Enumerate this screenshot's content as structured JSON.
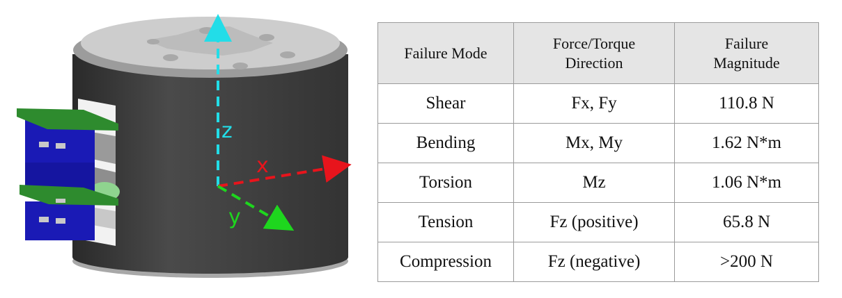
{
  "figure": {
    "axes": [
      {
        "label": "z",
        "color": "#22dde8"
      },
      {
        "label": "x",
        "color": "#e8141c"
      },
      {
        "label": "y",
        "color": "#1ed61e"
      }
    ],
    "colors": {
      "body": "#3c3c3c",
      "top_cap": "#c9c9c9",
      "pcb": "#2e8b2e",
      "connector": "#1a1ab5"
    }
  },
  "table": {
    "headers": [
      [
        "Failure Mode"
      ],
      [
        "Force/Torque",
        "Direction"
      ],
      [
        "Failure",
        "Magnitude"
      ]
    ],
    "rows": [
      [
        "Shear",
        "Fx, Fy",
        "110.8 N"
      ],
      [
        "Bending",
        "Mx, My",
        "1.62 N*m"
      ],
      [
        "Torsion",
        "Mz",
        "1.06 N*m"
      ],
      [
        "Tension",
        "Fz (positive)",
        "65.8 N"
      ],
      [
        "Compression",
        "Fz (negative)",
        ">200 N"
      ]
    ]
  }
}
